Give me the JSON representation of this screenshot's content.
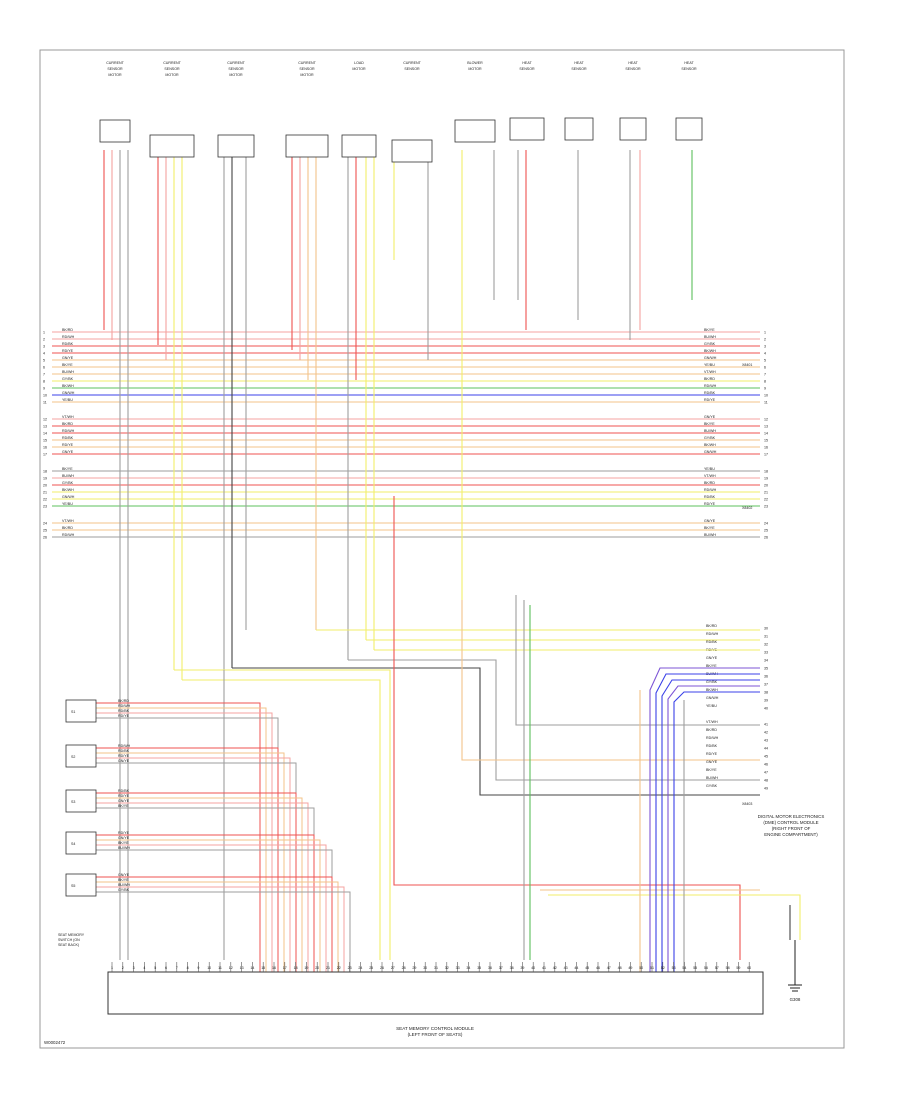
{
  "figure_id": "W0002472",
  "module_label": [
    "SEAT MEMORY CONTROL MODULE",
    "(LEFT FRONT OF SEATS)"
  ],
  "right_module_label": [
    "DIGITAL MOTOR ELECTRONICS",
    "(DME) CONTROL MODULE",
    "(RIGHT FRONT OF",
    "ENGINE COMPARTMENT)"
  ],
  "ground_label": "G308",
  "left_switch_label": [
    "SEAT MEMORY",
    "SWITCH (ON",
    "SEAT BACK)"
  ],
  "connector_labels": [
    "X8401",
    "X8402",
    "X8403"
  ],
  "top_components": [
    "CURRENT SENSOR MOTOR",
    "CURRENT SENSOR MOTOR",
    "CURRENT SENSOR MOTOR",
    "CURRENT SENSOR MOTOR",
    "LOAD MOTOR",
    "CURRENT SENSOR",
    "BLOWER MOTOR",
    "HEAT SENSOR",
    "HEAT SENSOR",
    "HEAT SENSOR",
    "HEAT SENSOR"
  ],
  "bus_labels": [
    "BK/RD",
    "RD/WH",
    "RD/BK",
    "RD/YE",
    "GN/YE",
    "BK/YE",
    "BU/WH",
    "GY/BK",
    "BK/WH",
    "GN/WH",
    "YE/BU",
    "VT/WH"
  ],
  "colors": {
    "red": "#ef5350",
    "pink": "#f4a3a0",
    "yellow": "#f2ee6a",
    "orange": "#f3c38a",
    "green": "#5cc05c",
    "blue": "#3b42e8",
    "violet": "#7d55d6",
    "gray": "#9e9e9e",
    "dark": "#444444",
    "black": "#222222"
  }
}
